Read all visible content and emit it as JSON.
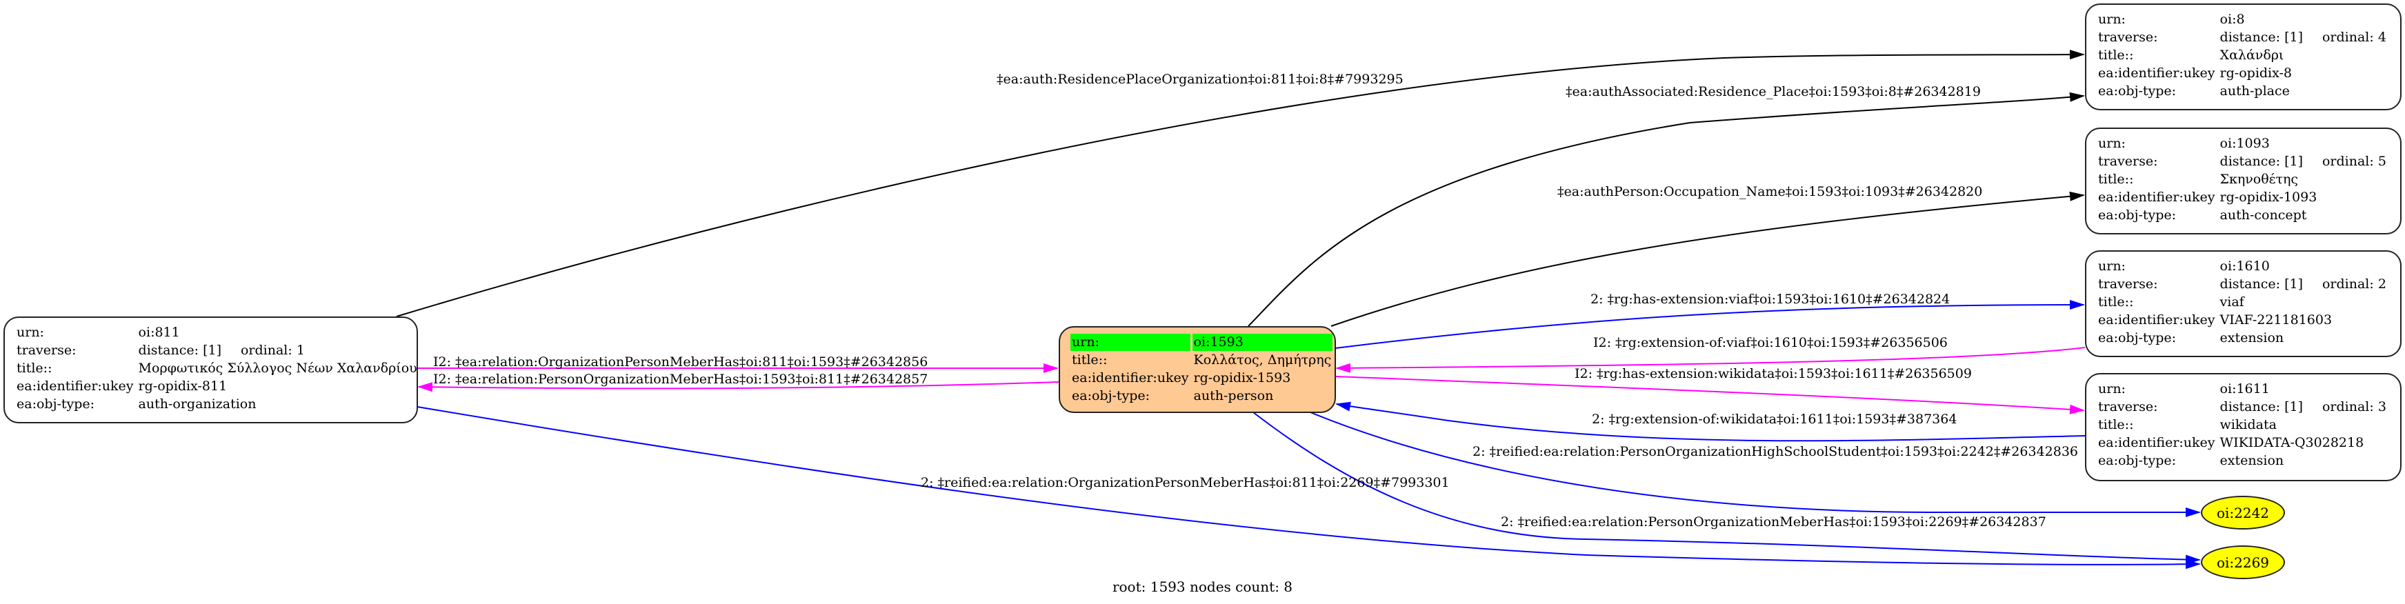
{
  "graph": {
    "colors": {
      "black_edge": "#000000",
      "blue_edge": "#0000ff",
      "magenta_edge": "#ff00ff",
      "root_fill": "#ffc994",
      "root_highlight": "#00ff00",
      "leaf_fill": "#ffff00"
    },
    "nodes": {
      "n811": {
        "urn_label": "urn:",
        "urn": "oi:811",
        "traverse_label": "traverse:",
        "distance": "distance: [1]",
        "ordinal": "ordinal: 1",
        "title_label": "title::",
        "title": "Μορφωτικός Σύλλογος Νέων Χαλανδρίου",
        "ukey_label": "ea:identifier:ukey",
        "ukey": "rg-opidix-811",
        "type_label": "ea:obj-type:",
        "type": "auth-organization"
      },
      "n1593": {
        "urn_label": "urn:",
        "urn": "oi:1593",
        "title_label": "title::",
        "title": "Κολλάτος, Δημήτρης",
        "ukey_label": "ea:identifier:ukey",
        "ukey": "rg-opidix-1593",
        "type_label": "ea:obj-type:",
        "type": "auth-person"
      },
      "n8": {
        "urn_label": "urn:",
        "urn": "oi:8",
        "traverse_label": "traverse:",
        "distance": "distance: [1]",
        "ordinal": "ordinal: 4",
        "title_label": "title::",
        "title": "Χαλάνδρι",
        "ukey_label": "ea:identifier:ukey",
        "ukey": "rg-opidix-8",
        "type_label": "ea:obj-type:",
        "type": "auth-place"
      },
      "n1093": {
        "urn_label": "urn:",
        "urn": "oi:1093",
        "traverse_label": "traverse:",
        "distance": "distance: [1]",
        "ordinal": "ordinal: 5",
        "title_label": "title::",
        "title": "Σκηνοθέτης",
        "ukey_label": "ea:identifier:ukey",
        "ukey": "rg-opidix-1093",
        "type_label": "ea:obj-type:",
        "type": "auth-concept"
      },
      "n1610": {
        "urn_label": "urn:",
        "urn": "oi:1610",
        "traverse_label": "traverse:",
        "distance": "distance: [1]",
        "ordinal": "ordinal: 2",
        "title_label": "title::",
        "title": "viaf",
        "ukey_label": "ea:identifier:ukey",
        "ukey": "VIAF-221181603",
        "type_label": "ea:obj-type:",
        "type": "extension"
      },
      "n1611": {
        "urn_label": "urn:",
        "urn": "oi:1611",
        "traverse_label": "traverse:",
        "distance": "distance: [1]",
        "ordinal": "ordinal: 3",
        "title_label": "title::",
        "title": "wikidata",
        "ukey_label": "ea:identifier:ukey",
        "ukey": "WIKIDATA-Q3028218",
        "type_label": "ea:obj-type:",
        "type": "extension"
      },
      "n2242": {
        "urn": "oi:2242"
      },
      "n2269": {
        "urn": "oi:2269"
      }
    },
    "edges": [
      {
        "id": "e1",
        "color": "black",
        "label": "‡ea:auth:ResidencePlaceOrganization‡oi:811‡oi:8‡#7993295"
      },
      {
        "id": "e2",
        "color": "black",
        "label": "‡ea:authAssociated:Residence_Place‡oi:1593‡oi:8‡#26342819"
      },
      {
        "id": "e3",
        "color": "black",
        "label": "‡ea:authPerson:Occupation_Name‡oi:1593‡oi:1093‡#26342820"
      },
      {
        "id": "e4",
        "color": "blue",
        "label": "2: ‡rg:has-extension:viaf‡oi:1593‡oi:1610‡#26342824"
      },
      {
        "id": "e5",
        "color": "magenta",
        "label": "I2: ‡rg:extension-of:viaf‡oi:1610‡oi:1593‡#26356506"
      },
      {
        "id": "e6",
        "color": "magenta",
        "label": "I2: ‡rg:has-extension:wikidata‡oi:1593‡oi:1611‡#26356509"
      },
      {
        "id": "e7",
        "color": "blue",
        "label": "2: ‡rg:extension-of:wikidata‡oi:1611‡oi:1593‡#387364"
      },
      {
        "id": "e8",
        "color": "blue",
        "label": "2: ‡reified:ea:relation:PersonOrganizationHighSchoolStudent‡oi:1593‡oi:2242‡#26342836"
      },
      {
        "id": "e9",
        "color": "blue",
        "label": "2: ‡reified:ea:relation:PersonOrganizationMeberHas‡oi:1593‡oi:2269‡#26342837"
      },
      {
        "id": "e10",
        "color": "magenta",
        "label": "I2: ‡ea:relation:OrganizationPersonMeberHas‡oi:811‡oi:1593‡#26342856"
      },
      {
        "id": "e11",
        "color": "magenta",
        "label": "I2: ‡ea:relation:PersonOrganizationMeberHas‡oi:1593‡oi:811‡#26342857"
      },
      {
        "id": "e12",
        "color": "blue",
        "label": "2: ‡reified:ea:relation:OrganizationPersonMeberHas‡oi:811‡oi:2269‡#7993301"
      }
    ],
    "footer": "root: 1593 nodes count: 8"
  }
}
